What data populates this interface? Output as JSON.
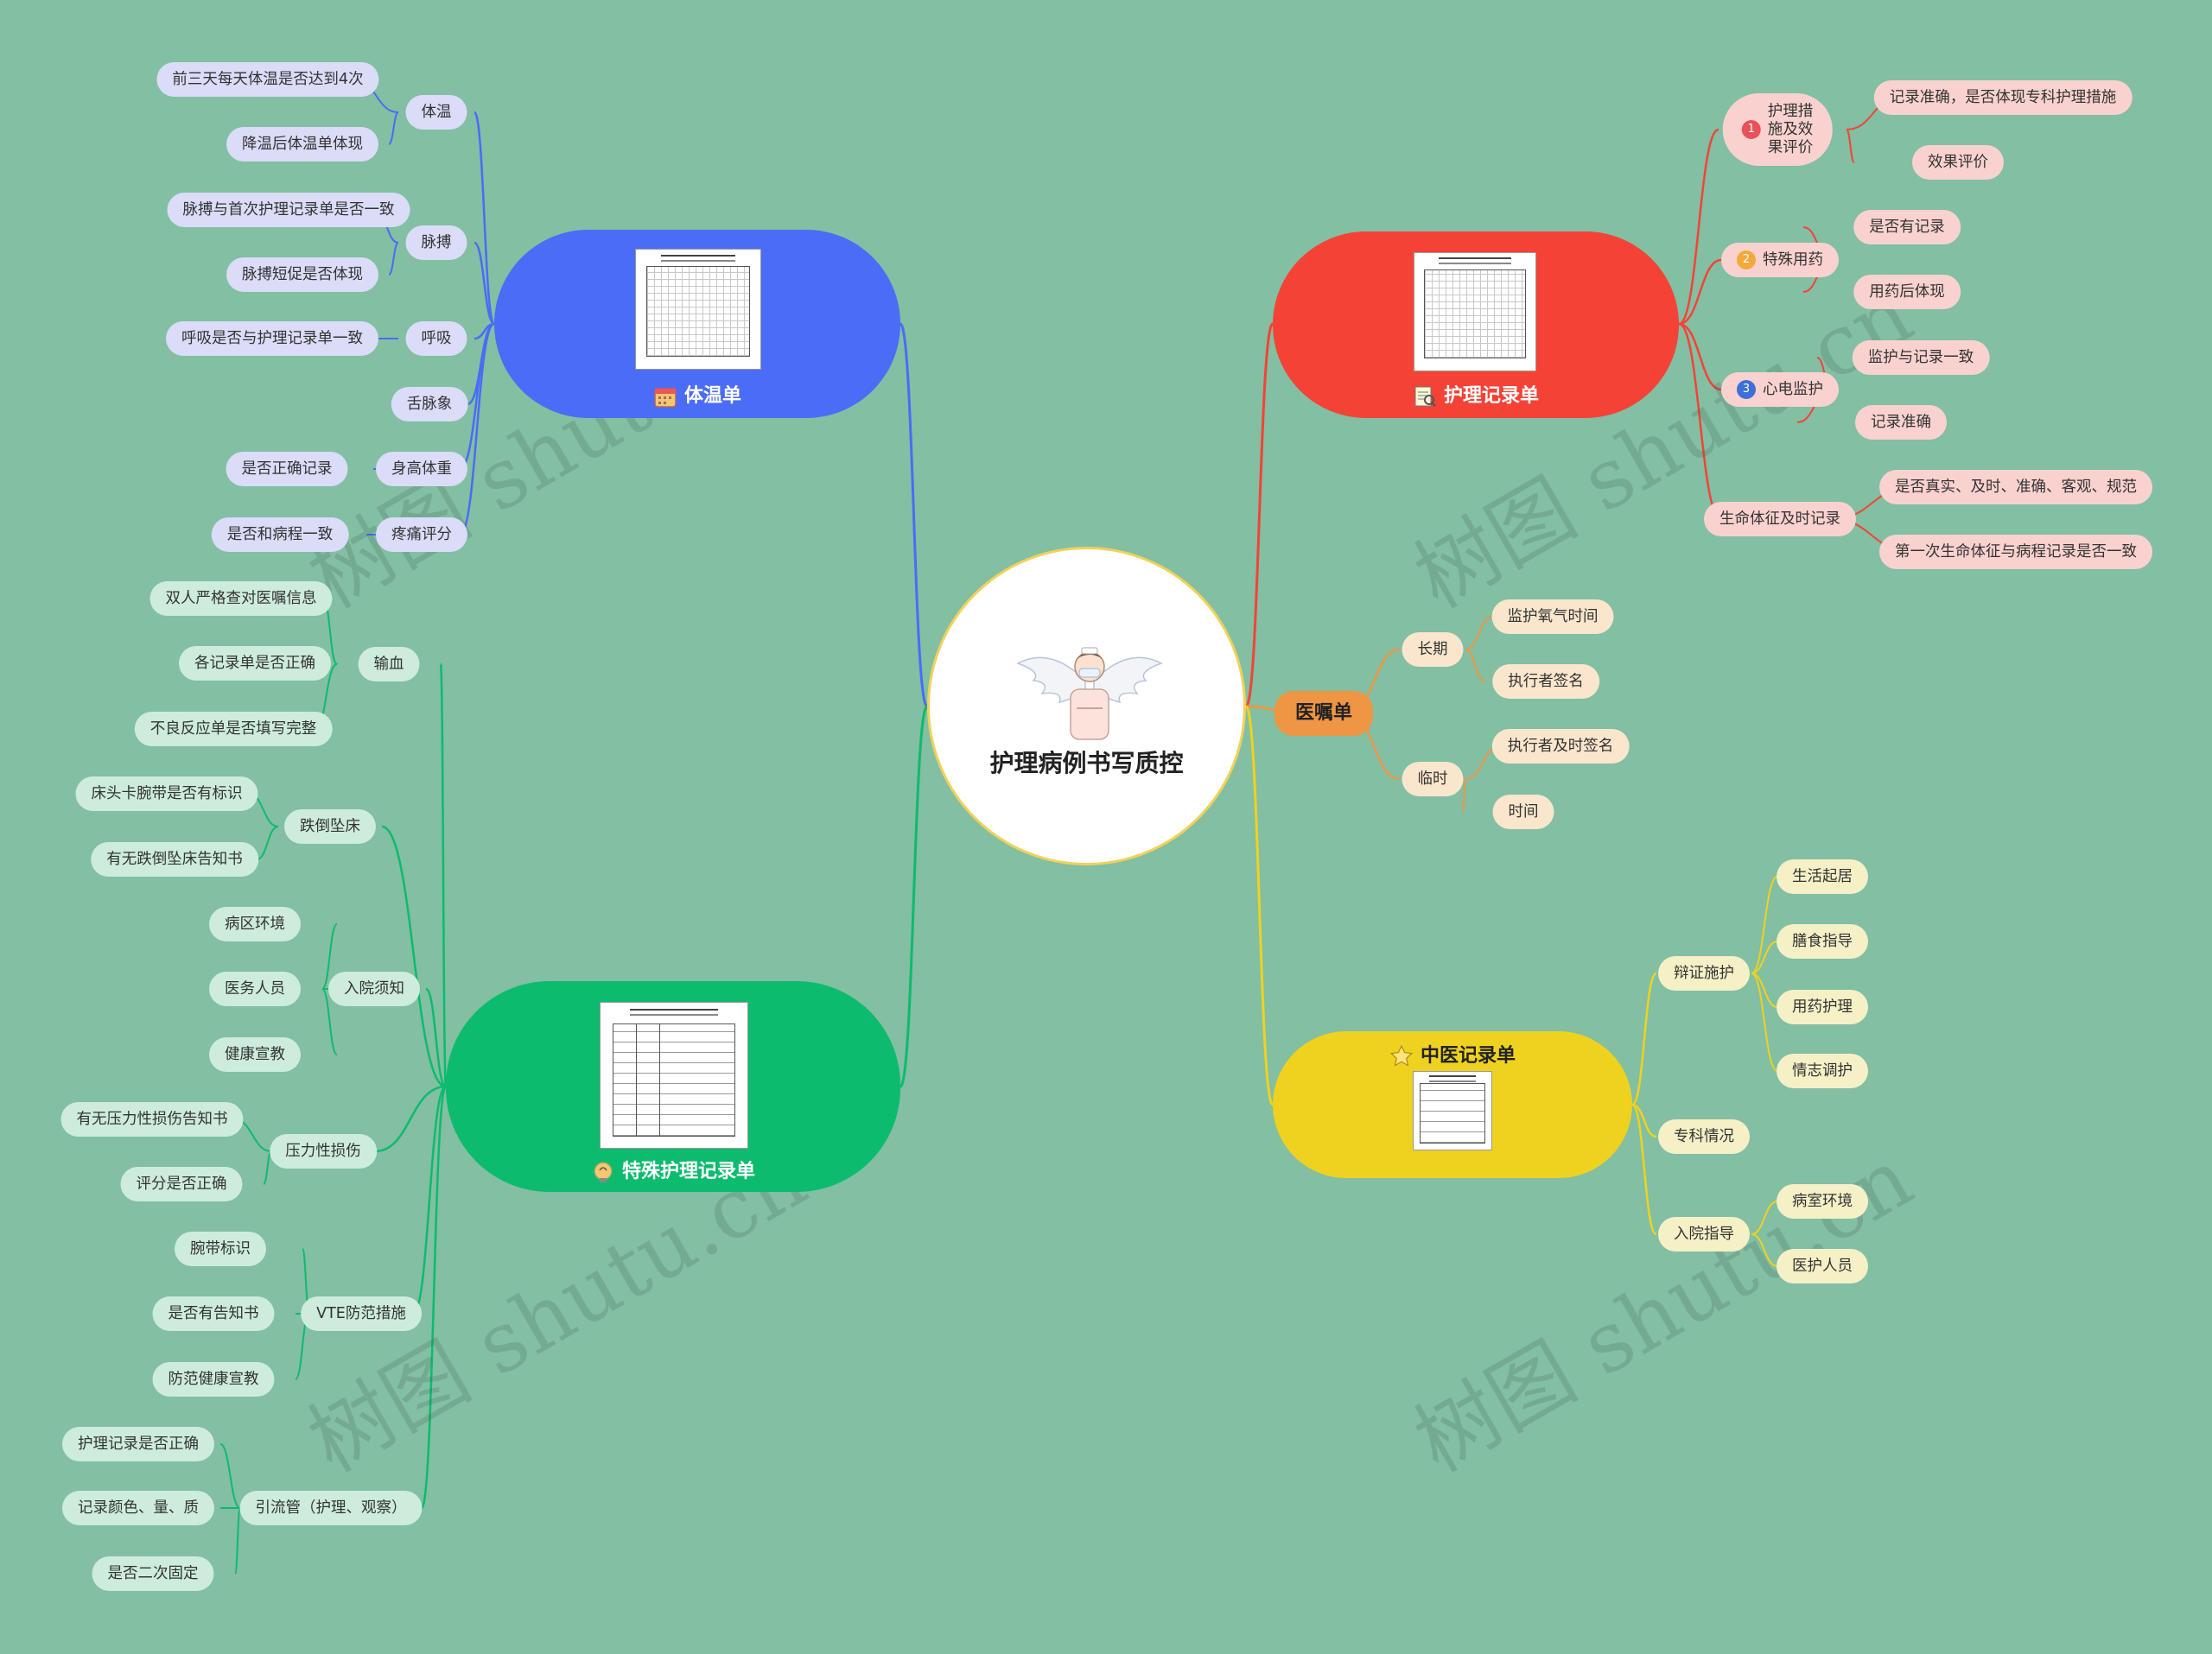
{
  "center": {
    "title": "护理病例书写质控",
    "icon": "nurse-angel-illustration"
  },
  "watermark": "树图 shutu.cn",
  "colors": {
    "blue": "#4a6cf7",
    "red": "#f44336",
    "orange": "#ee9644",
    "green": "#0dbb6e",
    "yellow": "#efd21f",
    "background": "#82bfa3"
  },
  "branches": {
    "tiwen": {
      "label": "体温单",
      "icon": "calendar-icon",
      "children": [
        {
          "label": "体温",
          "children": [
            "前三天每天体温是否达到4次",
            "降温后体温单体现"
          ]
        },
        {
          "label": "脉搏",
          "children": [
            "脉搏与首次护理记录单是否一致",
            "脉搏短促是否体现"
          ]
        },
        {
          "label": "呼吸",
          "children": [
            "呼吸是否与护理记录单一致"
          ]
        },
        {
          "label": "舌脉象",
          "children": []
        },
        {
          "label": "身高体重",
          "children": [
            "是否正确记录"
          ]
        },
        {
          "label": "疼痛评分",
          "children": [
            "是否和病程一致"
          ]
        }
      ]
    },
    "huli": {
      "label": "护理记录单",
      "icon": "chart-magnifier-icon",
      "children": [
        {
          "label": "护理措施及效果评价",
          "label_lines": [
            "护理措",
            "施及效",
            "果评价"
          ],
          "num": "1",
          "children": [
            "记录准确，是否体现专科护理措施",
            "效果评价"
          ]
        },
        {
          "label": "特殊用药",
          "num": "2",
          "children": [
            "是否有记录",
            "用药后体现"
          ]
        },
        {
          "label": "心电监护",
          "num": "3",
          "children": [
            "监护与记录一致",
            "记录准确"
          ]
        },
        {
          "label": "生命体征及时记录",
          "children": [
            "是否真实、及时、准确、客观、规范",
            "第一次生命体征与病程记录是否一致"
          ]
        }
      ]
    },
    "yizhu": {
      "label": "医嘱单",
      "children": [
        {
          "label": "长期",
          "children": [
            "监护氧气时间",
            "执行者签名"
          ]
        },
        {
          "label": "临时",
          "children": [
            "执行者及时签名",
            "时间"
          ]
        }
      ]
    },
    "zhongyi": {
      "label": "中医记录单",
      "icon": "star-icon",
      "children": [
        {
          "label": "辩证施护",
          "children": [
            "生活起居",
            "膳食指导",
            "用药护理",
            "情志调护"
          ]
        },
        {
          "label": "专科情况",
          "children": []
        },
        {
          "label": "入院指导",
          "children": [
            "病室环境",
            "医护人员"
          ]
        }
      ]
    },
    "teshu": {
      "label": "特殊护理记录单",
      "icon": "lightbulb-head-icon",
      "children": [
        {
          "label": "输血",
          "children": [
            "双人严格查对医嘱信息",
            "各记录单是否正确",
            "不良反应单是否填写完整"
          ]
        },
        {
          "label": "跌倒坠床",
          "children": [
            "床头卡腕带是否有标识",
            "有无跌倒坠床告知书"
          ]
        },
        {
          "label": "入院须知",
          "children": [
            "病区环境",
            "医务人员",
            "健康宣教"
          ]
        },
        {
          "label": "压力性损伤",
          "children": [
            "有无压力性损伤告知书",
            "评分是否正确"
          ]
        },
        {
          "label": "VTE防范措施",
          "children": [
            "腕带标识",
            "是否有告知书",
            "防范健康宣教"
          ]
        },
        {
          "label": "引流管（护理、观察）",
          "children": [
            "护理记录是否正确",
            "记录颜色、量、质",
            "是否二次固定"
          ]
        }
      ]
    }
  }
}
